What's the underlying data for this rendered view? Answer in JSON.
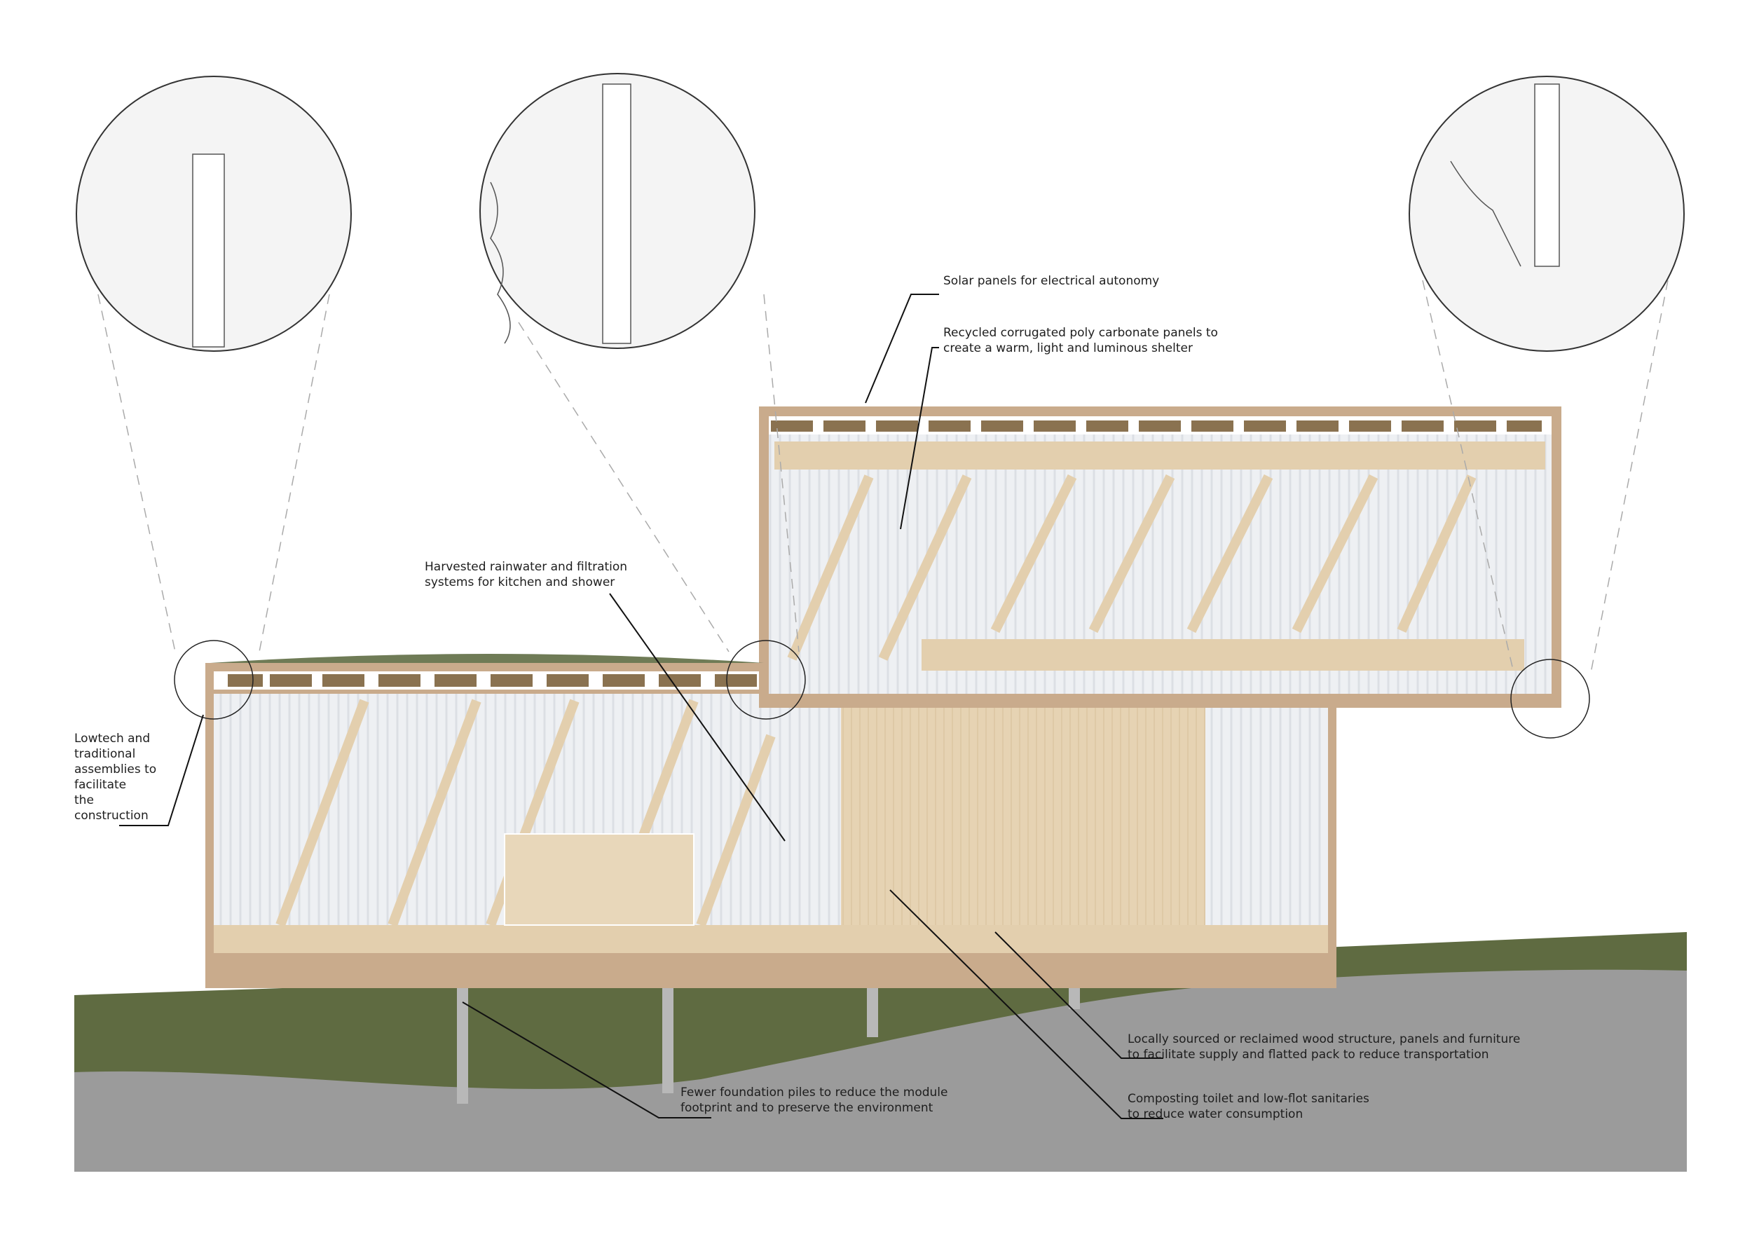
{
  "annotations": {
    "solar": "Solar panels for electrical autonomy",
    "polycarbonate": "Recycled corrugated poly carbonate panels to\ncreate a warm, light and luminous shelter",
    "rainwater": "Harvested rainwater and filtration\nsystems for kitchen and shower",
    "lowtech": "Lowtech and\ntraditional\nassemblies to\nfacilitate\nthe\nconstruction",
    "wood": "Locally sourced or reclaimed wood structure, panels and furniture\nto facilitate supply and flatted pack to reduce transportation",
    "toilet": "Composting toilet and low-flot sanitaries\nto reduce water consumption",
    "piles": "Fewer foundation piles to reduce the module\nfootprint and to preserve the environment"
  },
  "colors": {
    "wood": "#e3cfae",
    "frame": "#c9ab8c",
    "ground": "#9a9a9a",
    "grass": "#5d6a3e",
    "poly": "#eef0f2"
  }
}
